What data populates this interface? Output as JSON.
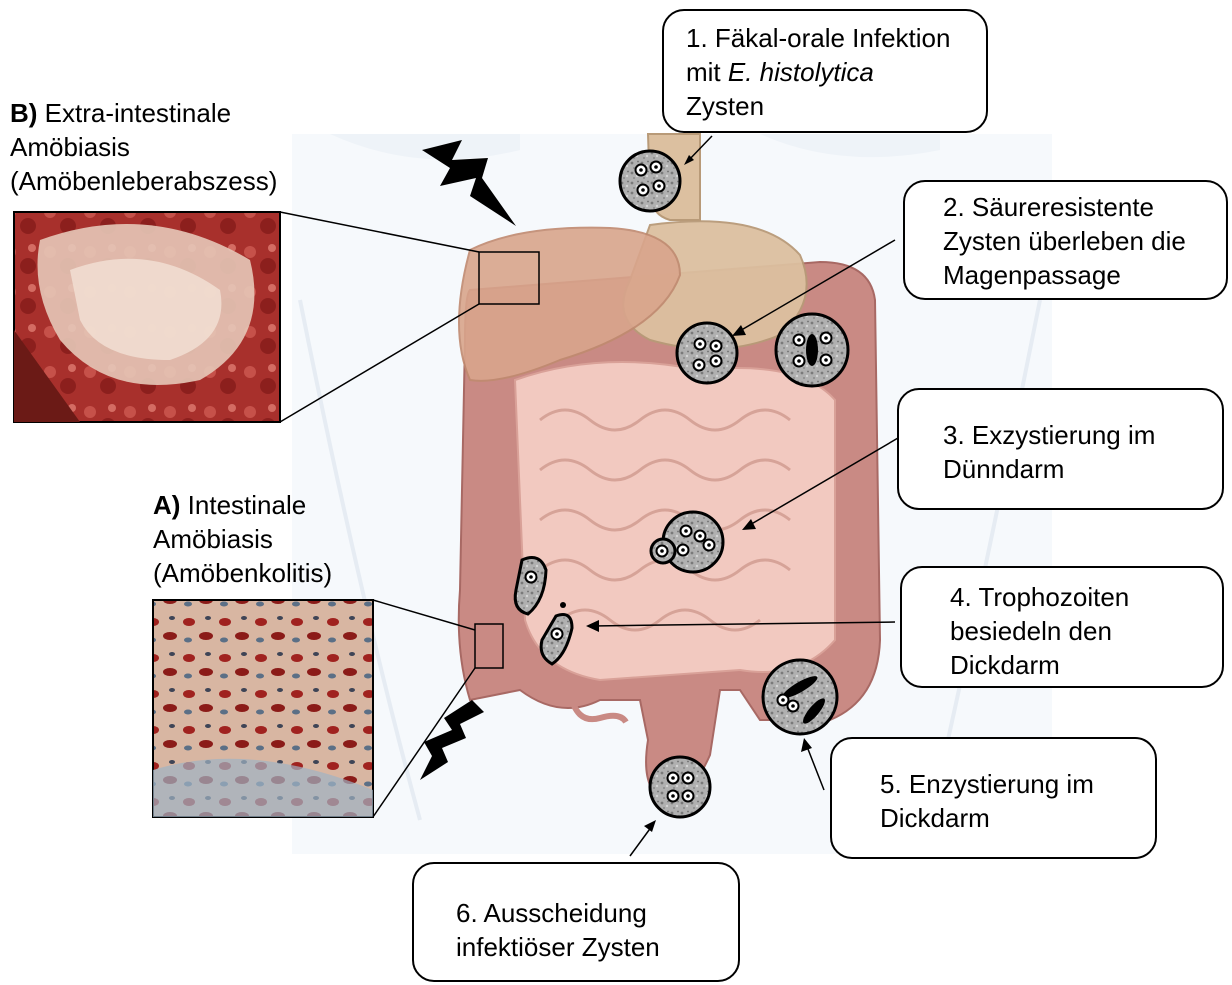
{
  "steps": [
    {
      "id": "s1",
      "lines": [
        "1. Fäkal-orale Infektion",
        "mit |E. histolytica|",
        "Zysten"
      ]
    },
    {
      "id": "s2",
      "lines": [
        "2. Säureresistente",
        "Zysten überleben die",
        "Magenpassage"
      ]
    },
    {
      "id": "s3",
      "lines": [
        "3. Exzystierung im",
        "Dünndarm"
      ]
    },
    {
      "id": "s4",
      "lines": [
        "4. Trophozoiten",
        "besiedeln den",
        "Dickdarm"
      ]
    },
    {
      "id": "s5",
      "lines": [
        "5. Enzystierung im",
        "Dickdarm"
      ]
    },
    {
      "id": "s6",
      "lines": [
        "6. Ausscheidung",
        "infektiöser Zysten"
      ]
    }
  ],
  "labels": {
    "extra": {
      "prefix": "B)",
      "line1": "Extra-intestinale",
      "line2": "Amöbiasis",
      "line3": "(Amöbenleberabszess)"
    },
    "intestinal": {
      "prefix": "A)",
      "line1": "Intestinale",
      "line2": "Amöbiasis",
      "line3": "(Amöbenkolitis)"
    }
  },
  "colors": {
    "colon": "#c98a84",
    "small_intestine": "#f2c9c0",
    "liver": "#d9a58c",
    "stomach": "#dcc0a0",
    "cyst_fill": "#a7a7a7",
    "outline": "#000000"
  }
}
